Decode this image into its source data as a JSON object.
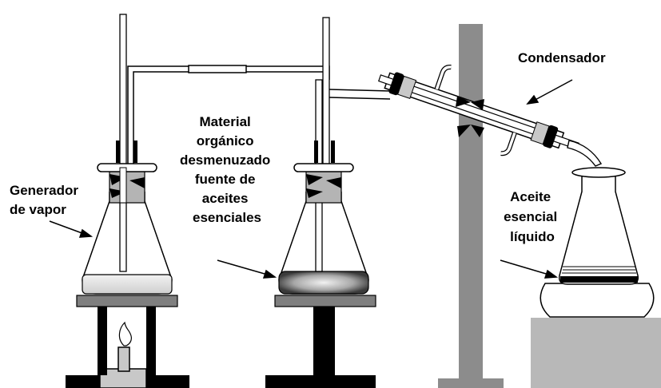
{
  "labels": {
    "generator": [
      "Generador",
      "de vapor"
    ],
    "material": [
      "Material",
      "orgánico",
      "desmenuzado",
      "fuente de",
      "aceites",
      "esenciales"
    ],
    "condenser": "Condensador",
    "oil": [
      "Aceite",
      "esencial",
      "líquido"
    ]
  },
  "colors": {
    "line": "#000000",
    "stand_gray": "#8c8c8c",
    "light_gray": "#c8c8c8",
    "receiver_table": "#b8b8b8",
    "water": "#e8e8e8"
  }
}
